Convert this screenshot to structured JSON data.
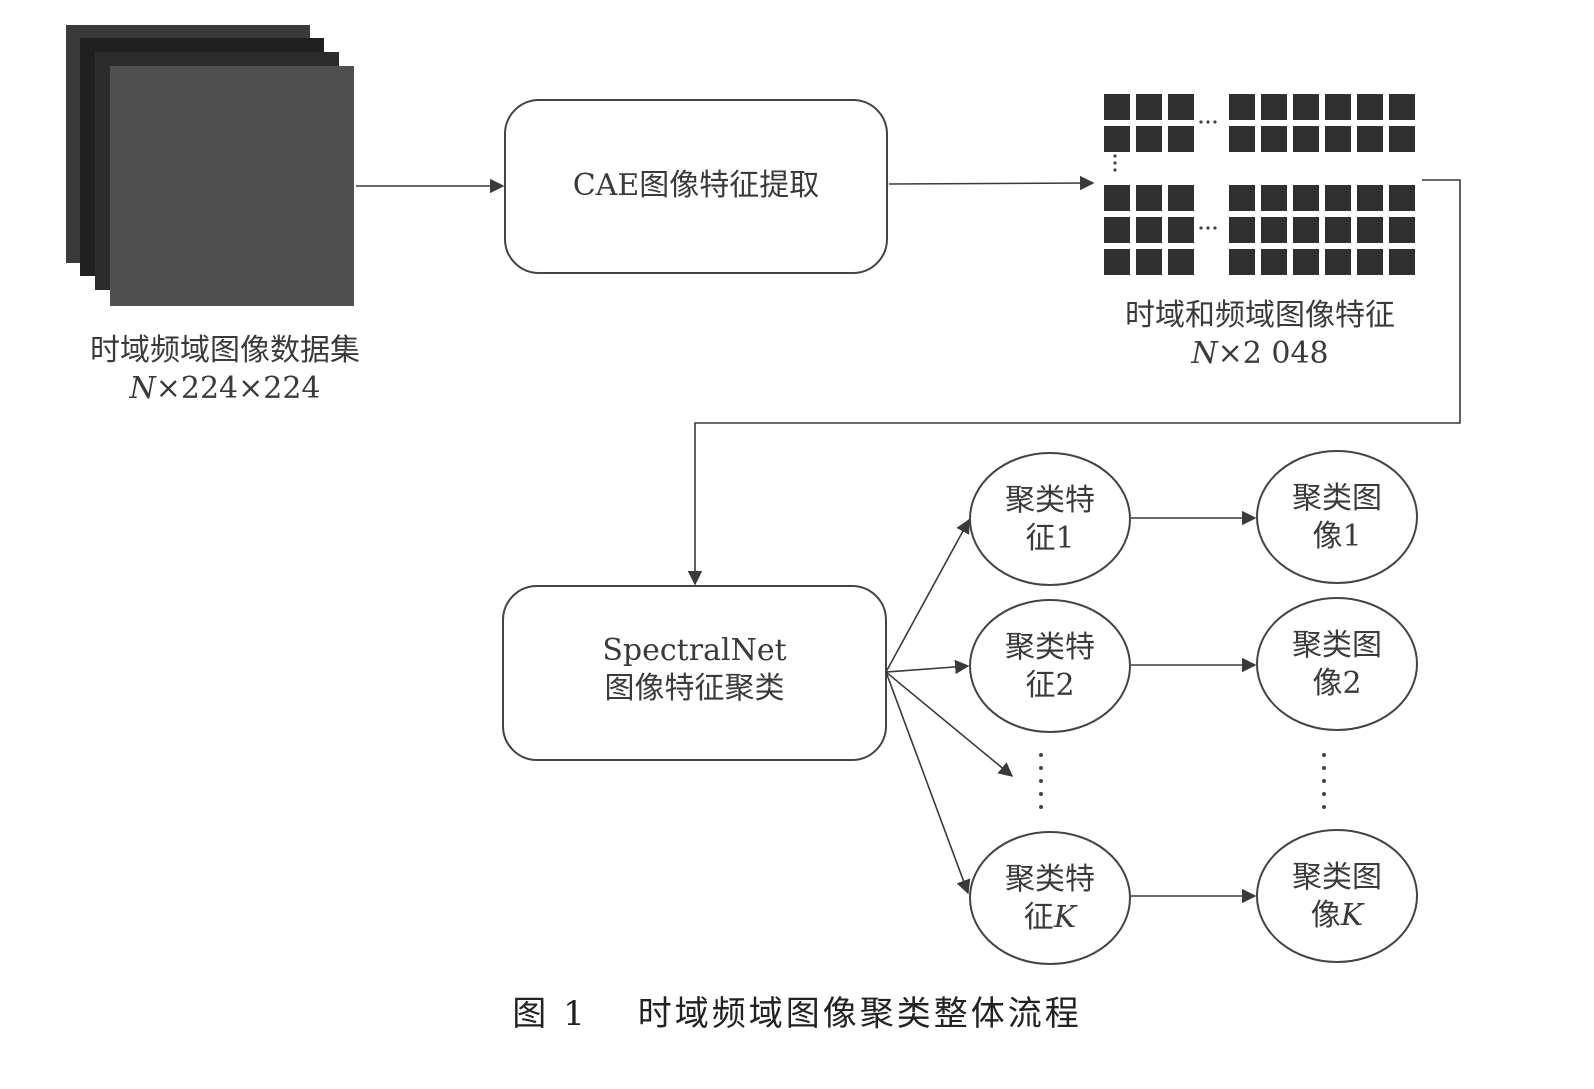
{
  "dataset": {
    "title": "时域频域图像数据集",
    "dims_prefix": "N",
    "dims_suffix": "×224×224"
  },
  "cae_box": {
    "label": "CAE图像特征提取"
  },
  "features": {
    "title": "时域和频域图像特征",
    "dims_prefix": "N",
    "dims_suffix": "×2 048"
  },
  "spectral_box": {
    "line1": "SpectralNet",
    "line2": "图像特征聚类"
  },
  "cluster_features": [
    {
      "line1": "聚类特",
      "line2_text": "征1",
      "line2_italic": ""
    },
    {
      "line1": "聚类特",
      "line2_text": "征2",
      "line2_italic": ""
    },
    {
      "line1": "聚类特",
      "line2_text": "征",
      "line2_italic": "K"
    }
  ],
  "cluster_images": [
    {
      "line1": "聚类图",
      "line2_text": "像1",
      "line2_italic": ""
    },
    {
      "line1": "聚类图",
      "line2_text": "像2",
      "line2_italic": ""
    },
    {
      "line1": "聚类图",
      "line2_text": "像",
      "line2_italic": "K"
    }
  ],
  "figure_caption": {
    "number": "图 1",
    "title": "时域频域图像聚类整体流程"
  },
  "colors": {
    "line": "#3a3a3a",
    "stack_dark": "#2a2a2a",
    "stack_light": "#555555",
    "cell": "#2f2f2f"
  }
}
